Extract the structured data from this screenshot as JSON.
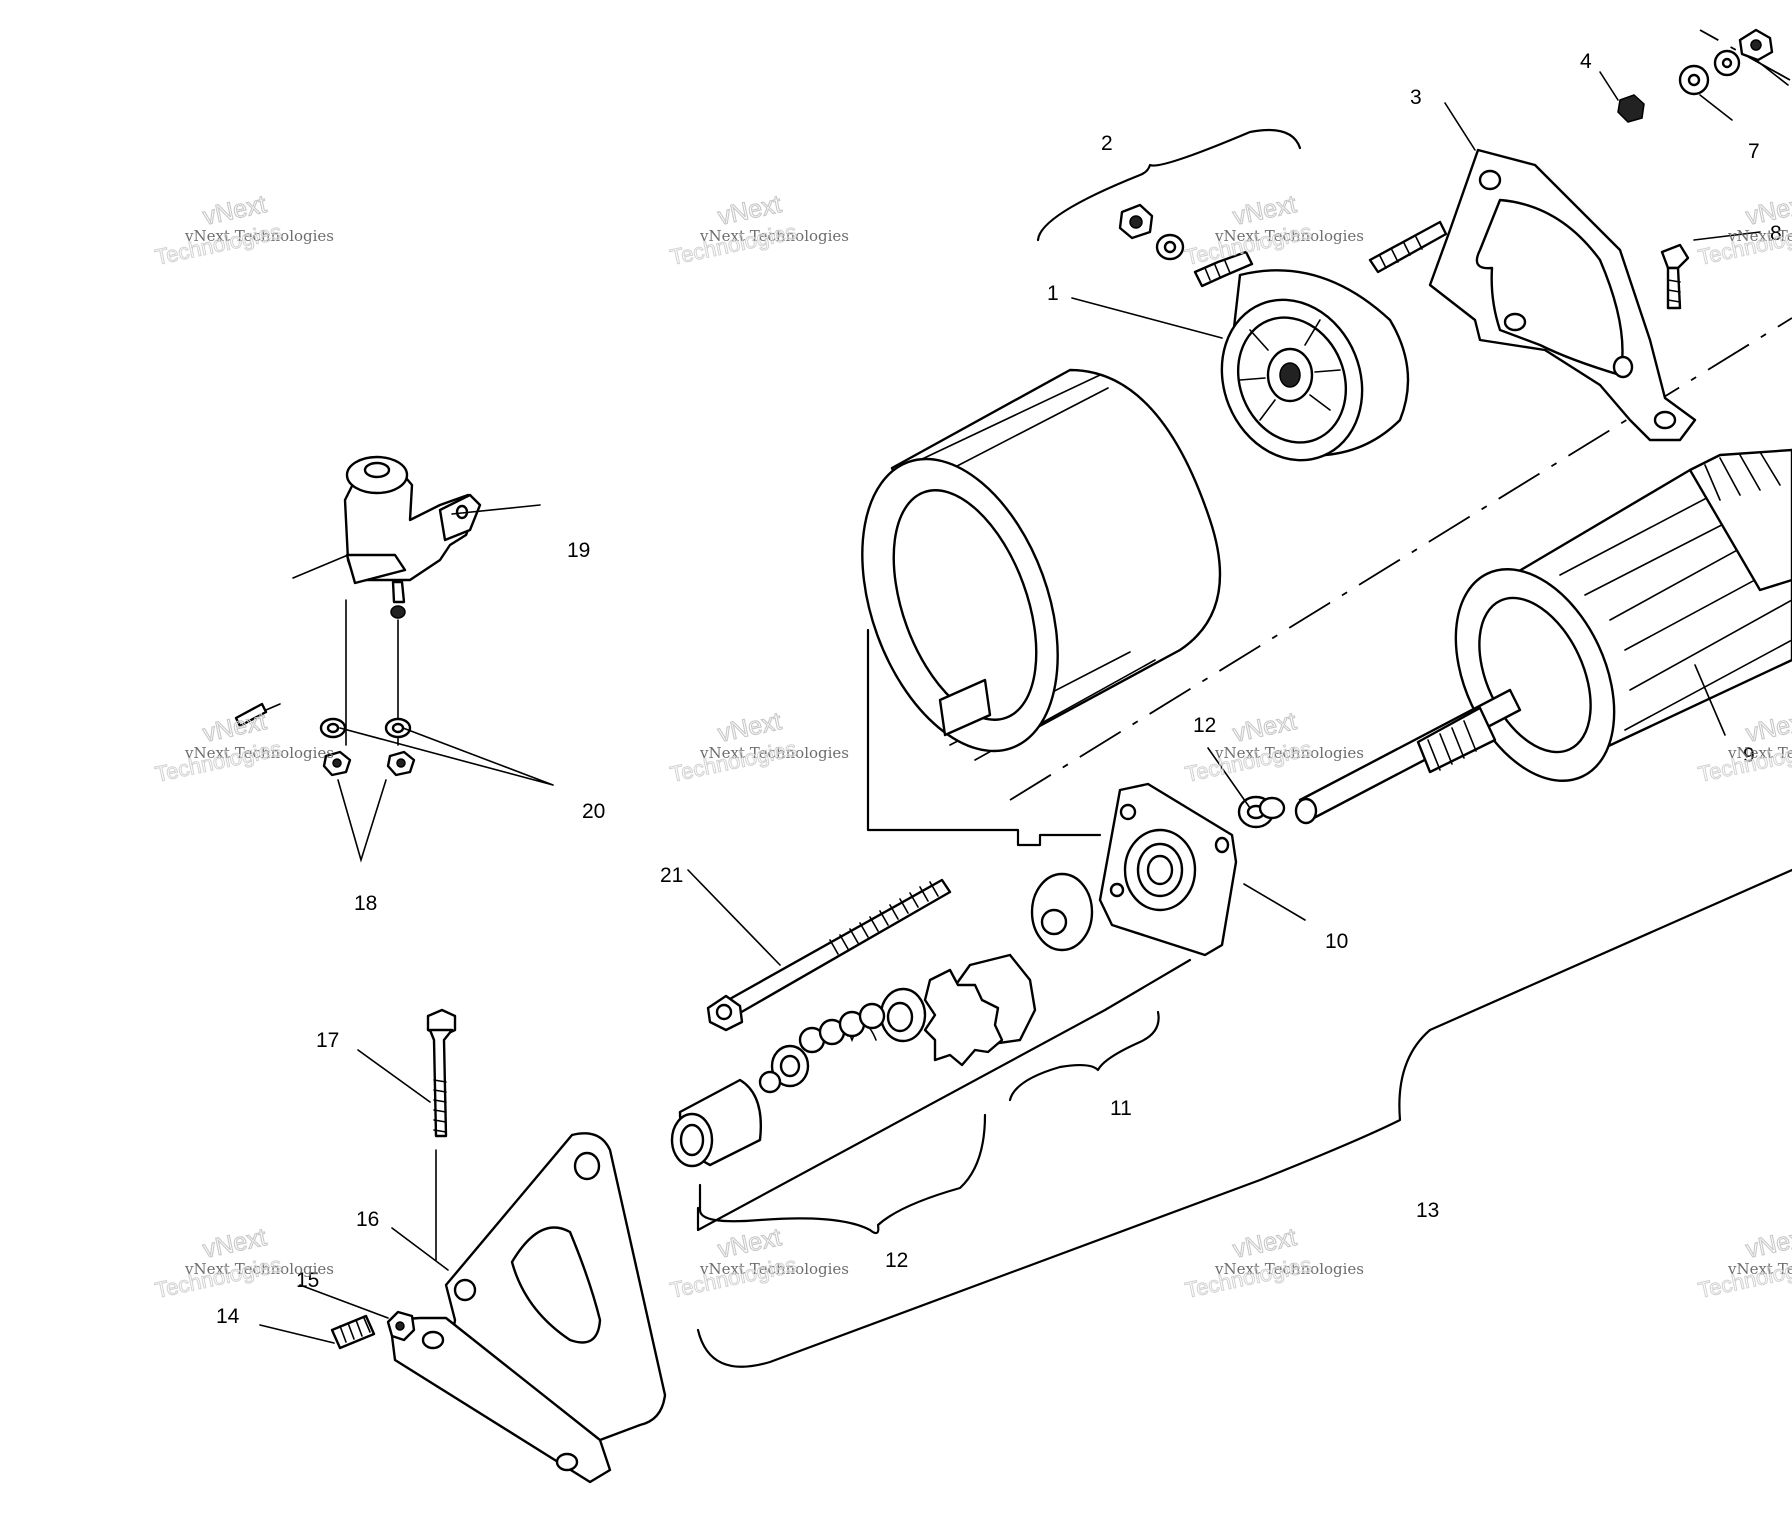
{
  "callouts": {
    "c1": "1",
    "c2": "2",
    "c3": "3",
    "c4": "4",
    "c7": "7",
    "c8": "8",
    "c9": "9",
    "c10": "10",
    "c11": "11",
    "c12a": "12",
    "c12b": "12",
    "c13": "13",
    "c14": "14",
    "c15": "15",
    "c16": "16",
    "c17": "17",
    "c18": "18",
    "c19": "19",
    "c20": "20",
    "c21": "21"
  },
  "watermark": {
    "line1": "vNext Technologies",
    "word_a": "vNext",
    "word_b": "Technologies"
  }
}
